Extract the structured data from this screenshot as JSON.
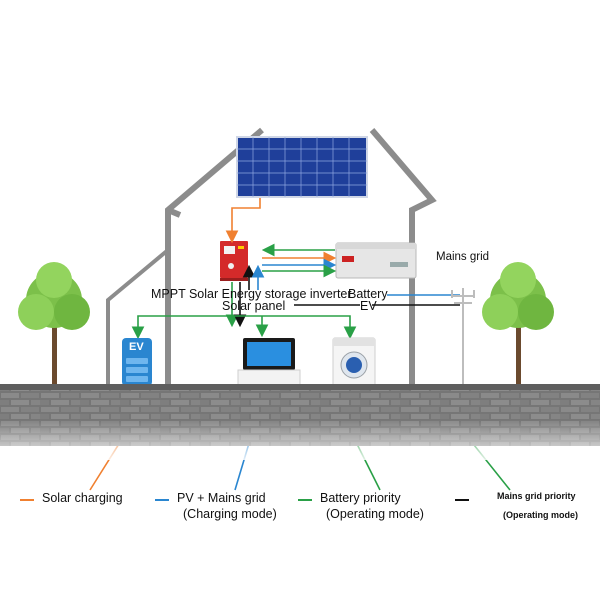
{
  "labels": {
    "inverter": "MPPT Solar Energy storage inverter",
    "solar_panel": "Solar panel",
    "battery": "Battery",
    "ev": "EV",
    "mains_grid": "Mains grid",
    "ev_badge": "EV"
  },
  "legend": [
    {
      "title": "Solar charging",
      "subtitle": "",
      "color": "#f08030"
    },
    {
      "title": "PV + Mains grid",
      "subtitle": "(Charging mode)",
      "color": "#2a86d0"
    },
    {
      "title": "Battery priority",
      "subtitle": "(Operating mode)",
      "color": "#2aa047"
    },
    {
      "title": "Mains grid priority",
      "subtitle": "(Operating mode)",
      "color": "#111111"
    }
  ],
  "colors": {
    "solar": "#f08030",
    "pv_mains": "#2a86d0",
    "battery": "#2aa047",
    "mains": "#111111",
    "house": "#8c8c8c",
    "wall": "#6e6e6e",
    "tree": "#7cc04a"
  }
}
